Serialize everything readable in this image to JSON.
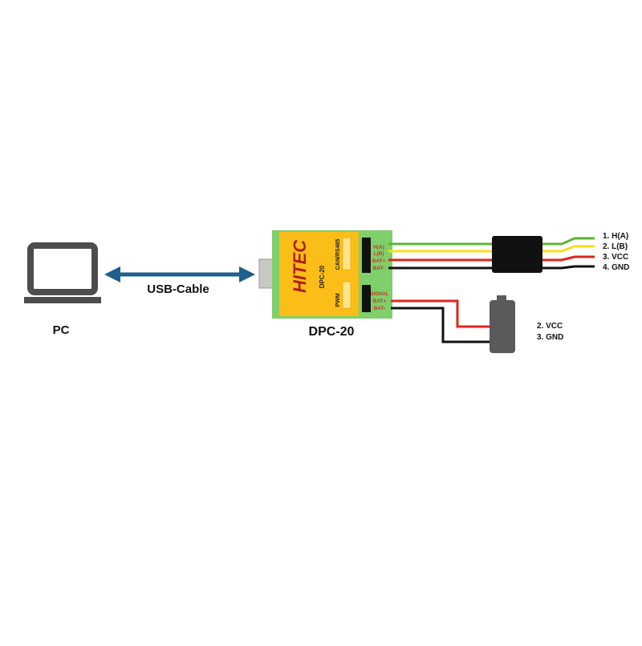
{
  "pc": {
    "label": "PC"
  },
  "usb": {
    "label": "USB-Cable"
  },
  "device": {
    "name": "DPC-20",
    "brand": "HITEC",
    "side_model": "DPC-20",
    "port_can_label": "CAN/RS485",
    "port_pwm_label": "PWM",
    "can_pins": [
      "H(A)",
      "L(B)",
      "BAT+",
      "BAT-"
    ],
    "pwm_pins": [
      "SIGNAL",
      "BAT+",
      "BAT-"
    ]
  },
  "can_cable": {
    "legend": [
      "1. H(A)",
      "2. L(B)",
      "3. VCC",
      "4. GND"
    ]
  },
  "battery": {
    "legend": [
      "2. VCC",
      "3. GND"
    ]
  },
  "colors": {
    "device_body": "#fbbd18",
    "device_frame": "#7fcf6a",
    "arrow": "#1e5f8c",
    "wire_green": "#5cb531",
    "wire_yellow": "#f3e01a",
    "wire_red": "#e0251b",
    "wire_black": "#111111",
    "pin_text": "#c0392b",
    "laptop": "#4d4d4d",
    "battery": "#5a5a5a"
  }
}
